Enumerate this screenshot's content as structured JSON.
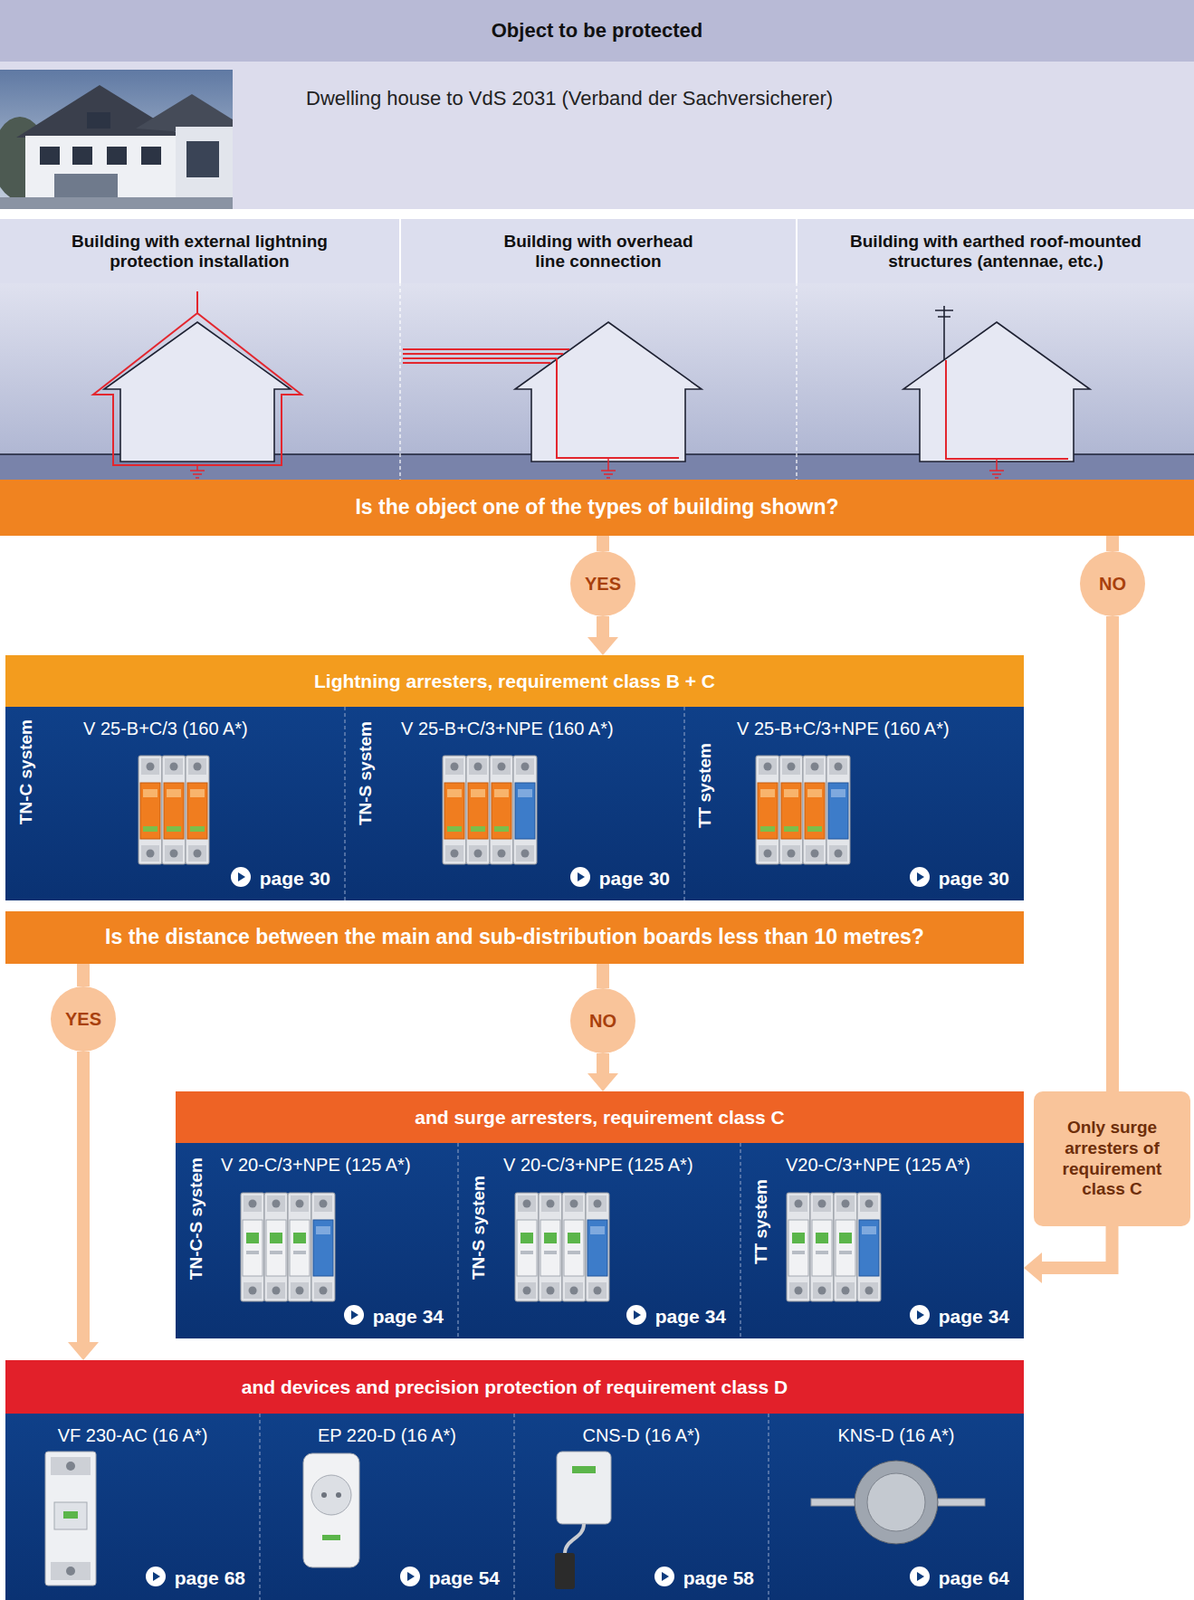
{
  "diagram": {
    "nodes": [
      {
        "text": [
          "Object to be protected"
        ]
      },
      {
        "text": [
          "Dwelling house to VdS 2031 (Verband der Sachversicherer)"
        ]
      },
      {
        "text": [
          "Building with external lightning protection installation"
        ]
      },
      {
        "text": [
          "Building with overhead line connection"
        ]
      },
      {
        "text": [
          "Building with earthed roof-mounted structures (antennae, etc.)"
        ]
      },
      {
        "text": [
          "Is the object one of the types of building shown?"
        ]
      },
      {
        "text": [
          "YES"
        ]
      },
      {
        "text": [
          "NO"
        ]
      },
      {
        "text": [
          "Lightning arresters, requirement class B + C"
        ]
      },
      {
        "text": [
          "TN-C system",
          "V 25-B+C/3 (160 A*)",
          "page 30"
        ],
        "in": 8
      },
      {
        "text": [
          "TN-S system",
          "V 25-B+C/3+NPE (160 A*)",
          "page 30"
        ],
        "in": 8
      },
      {
        "text": [
          "TT system",
          "V 25-B+C/3+NPE (160 A*)",
          "page 30"
        ],
        "in": 8
      },
      {
        "text": [
          "Is the distance between the main and sub-distribution boards less than 10 metres?"
        ]
      },
      {
        "text": [
          "YES"
        ]
      },
      {
        "text": [
          "NO"
        ]
      },
      {
        "text": [
          "and surge arresters, requirement class C"
        ]
      },
      {
        "text": [
          "TN-C-S system",
          "V 20-C/3+NPE (125 A*)",
          "page 34"
        ],
        "in": 15
      },
      {
        "text": [
          "TN-S system",
          "V 20-C/3+NPE (125 A*)",
          "page 34"
        ],
        "in": 15
      },
      {
        "text": [
          "TT system",
          "V20-C/3+NPE (125 A*)",
          "page 34"
        ],
        "in": 15
      },
      {
        "text": [
          "Only surge arresters of requirement class C"
        ]
      },
      {
        "text": [
          "and devices and precision protection of requirement class D"
        ]
      },
      {
        "text": [
          "VF 230-AC (16 A*)",
          "page 68"
        ],
        "in": 20
      },
      {
        "text": [
          "EP 220-D (16 A*)",
          "page 54"
        ],
        "in": 20
      },
      {
        "text": [
          "CNS-D (16 A*)",
          "page 58"
        ],
        "in": 20
      },
      {
        "text": [
          "KNS-D (16 A*)",
          "page 64"
        ],
        "in": 20
      }
    ],
    "edges": [
      {
        "from": 5,
        "to": 6,
        "arrow": "none"
      },
      {
        "from": 6,
        "to": 8,
        "arrow": "to"
      },
      {
        "from": 5,
        "to": 7,
        "arrow": "none"
      },
      {
        "from": 7,
        "to": 19,
        "arrow": "none"
      },
      {
        "from": 19,
        "to": 15,
        "arrow": "to"
      },
      {
        "from": 12,
        "to": 13,
        "arrow": "none"
      },
      {
        "from": 13,
        "to": 20,
        "arrow": "to"
      },
      {
        "from": 12,
        "to": 14,
        "arrow": "none"
      },
      {
        "from": 14,
        "to": 15,
        "arrow": "to"
      }
    ]
  }
}
